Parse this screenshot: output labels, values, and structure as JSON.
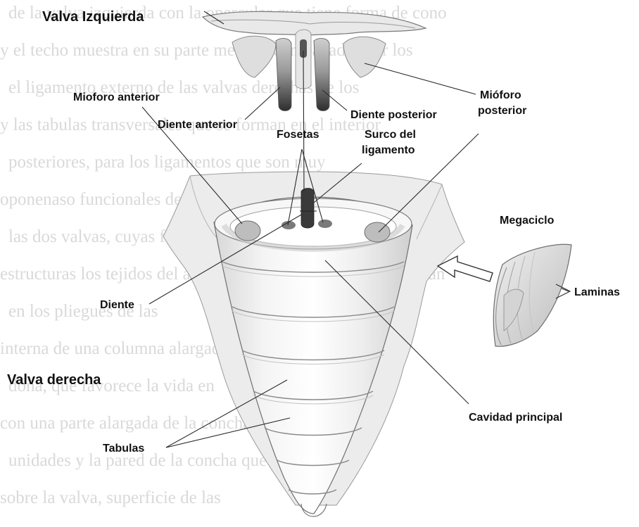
{
  "background_text_lines": [
    "de la valva izquierda con la opercular que tiene forma de cono",
    "y el techo muestra en su parte media, acompanadas por los",
    "el ligamento externo de las valvas derechas de los ",
    "y las tabulas transversales que se forman en el interior",
    "posteriores, para los ligamentos que son muy ",
    "oponenaso funcionales de la charnela de las valvas",
    "las dos valvas, cuyas formas fueron ",
    "estructuras los tejidos del animal la pared cuales se manifiestan",
    "en los pliegues de las ",
    "interna de una columna alargada que es la unica parte ",
    "dona, que favorece la vida en ",
    "con una parte alargada de la concha de fijacion y sus",
    "unidades y la pared de la concha que se ",
    "sobre la valva, superficie de las"
  ],
  "labels": {
    "valva_izquierda": "Valva Izquierda",
    "mioforo_anterior": "Mioforo anterior",
    "mioforo_posterior_1": "Mióforo",
    "mioforo_posterior_2": "posterior",
    "diente_anterior": "Diente anterior",
    "diente_posterior": "Diente posterior",
    "fosetas": "Fosetas",
    "surco_1": "Surco del",
    "surco_2": "ligamento",
    "megaciclo": "Megaciclo",
    "laminas": "Laminas",
    "diente": "Diente",
    "valva_derecha": "Valva derecha",
    "tabulas": "Tabulas",
    "cavidad_principal": "Cavidad principal"
  },
  "colors": {
    "line": "#2a2a2a",
    "shell_light": "#f2f2f2",
    "shell_mid": "#c9c9c9",
    "shell_dark": "#8d8d8d",
    "tooth_dark": "#2e2e2e"
  }
}
